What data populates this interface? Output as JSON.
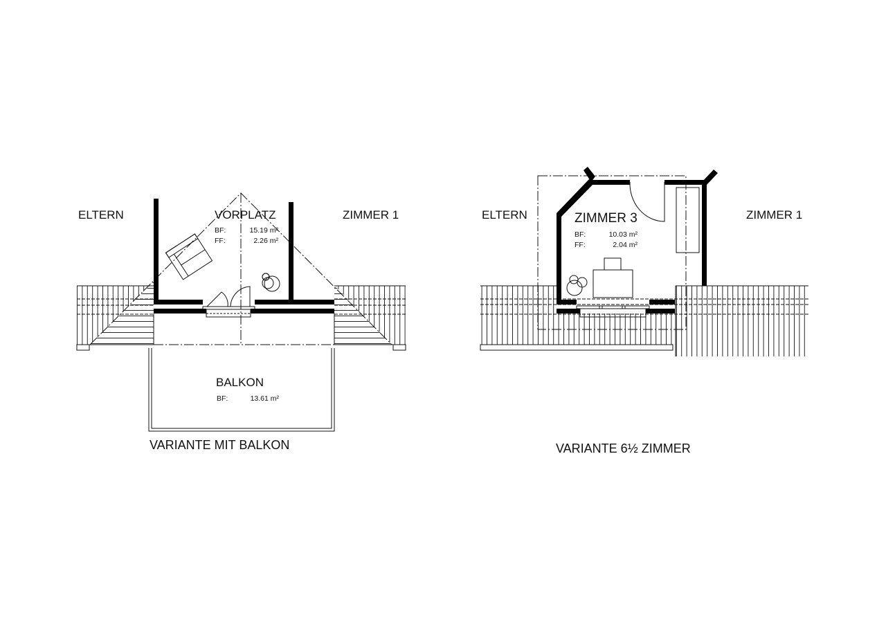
{
  "left_plan": {
    "caption": "VARIANTE MIT BALKON",
    "rooms": {
      "eltern": "ELTERN",
      "vorplatz": "VORPLATZ",
      "zimmer1": "ZIMMER 1",
      "balkon": "BALKON"
    },
    "vorplatz_area": {
      "bf_label": "BF:",
      "bf_value": "15.19 m²",
      "ff_label": "FF:",
      "ff_value": "2.26 m²"
    },
    "balkon_area": {
      "bf_label": "BF:",
      "bf_value": "13.61 m²"
    }
  },
  "right_plan": {
    "caption": "VARIANTE 6½ ZIMMER",
    "rooms": {
      "eltern": "ELTERN",
      "zimmer3": "ZIMMER 3",
      "zimmer1": "ZIMMER 1"
    },
    "zimmer3_area": {
      "bf_label": "BF:",
      "bf_value": "10.03 m²",
      "ff_label": "FF:",
      "ff_value": "2.04 m²"
    }
  }
}
